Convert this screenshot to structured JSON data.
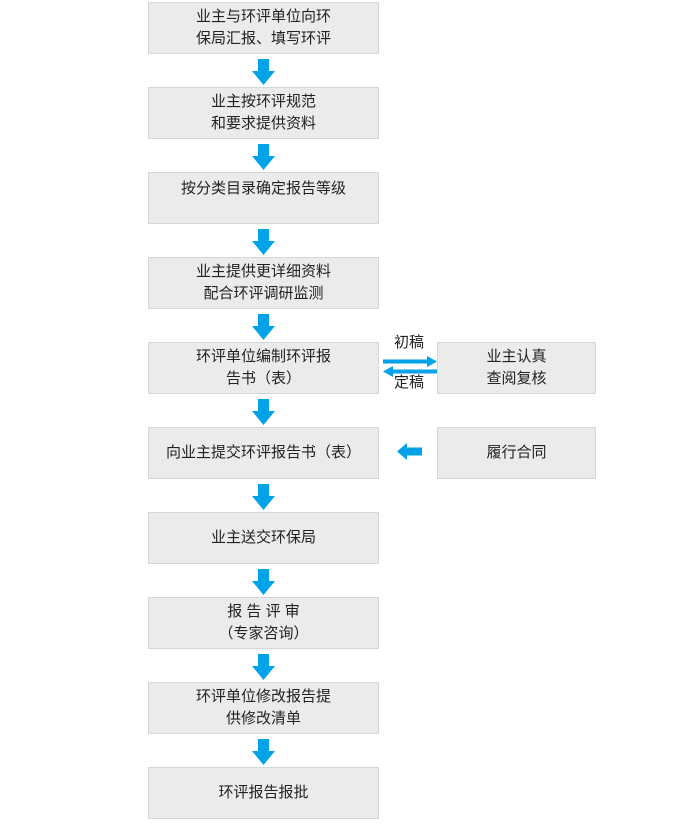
{
  "flowchart": {
    "colors": {
      "arrow": "#00a2e8",
      "box_fill": "#ebebeb",
      "box_border": "#d6d6d6",
      "text": "#222222",
      "background": "#ffffff"
    },
    "main_steps": [
      {
        "label": "业主与环评单位向环\n保局汇报、填写环评"
      },
      {
        "label": "业主按环评规范\n和要求提供资料"
      },
      {
        "label": "按分类目录确定报告等级"
      },
      {
        "label": "业主提供更详细资料\n配合环评调研监测"
      },
      {
        "label": "环评单位编制环评报\n告书（表）"
      },
      {
        "label": "向业主提交环评报告书（表）"
      },
      {
        "label": "业主送交环保局"
      },
      {
        "label": "报 告 评 审\n（专家咨询）"
      },
      {
        "label": "环评单位修改报告提\n供修改清单"
      },
      {
        "label": "环评报告报批"
      }
    ],
    "side_steps": [
      {
        "label": "业主认真\n查阅复核"
      },
      {
        "label": "履行合同"
      }
    ],
    "edge_labels": {
      "draft": "初稿",
      "final": "定稿"
    }
  }
}
